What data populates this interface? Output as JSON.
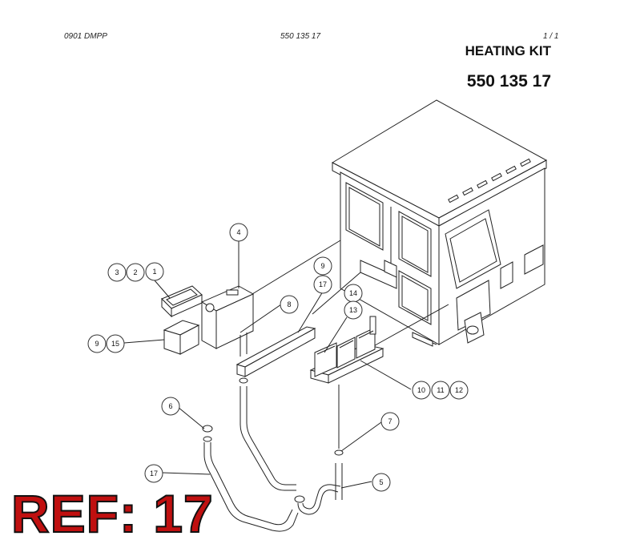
{
  "header": {
    "doc_code": "0901 DMPP",
    "part_number_small": "550 135 17",
    "page": "1 /   1"
  },
  "title": "HEATING KIT",
  "part_number": "550 135 17",
  "ref_label": "REF: 17",
  "balloons": [
    {
      "id": "b3",
      "label": "3"
    },
    {
      "id": "b2",
      "label": "2"
    },
    {
      "id": "b1",
      "label": "1"
    },
    {
      "id": "b4",
      "label": "4"
    },
    {
      "id": "b9a",
      "label": "9"
    },
    {
      "id": "b17a",
      "label": "17"
    },
    {
      "id": "b8",
      "label": "8"
    },
    {
      "id": "b14",
      "label": "14"
    },
    {
      "id": "b13",
      "label": "13"
    },
    {
      "id": "b9b",
      "label": "9"
    },
    {
      "id": "b15",
      "label": "15"
    },
    {
      "id": "b10",
      "label": "10"
    },
    {
      "id": "b11",
      "label": "11"
    },
    {
      "id": "b12",
      "label": "12"
    },
    {
      "id": "b6",
      "label": "6"
    },
    {
      "id": "b7",
      "label": "7"
    },
    {
      "id": "b17b",
      "label": "17"
    },
    {
      "id": "b5",
      "label": "5"
    }
  ]
}
